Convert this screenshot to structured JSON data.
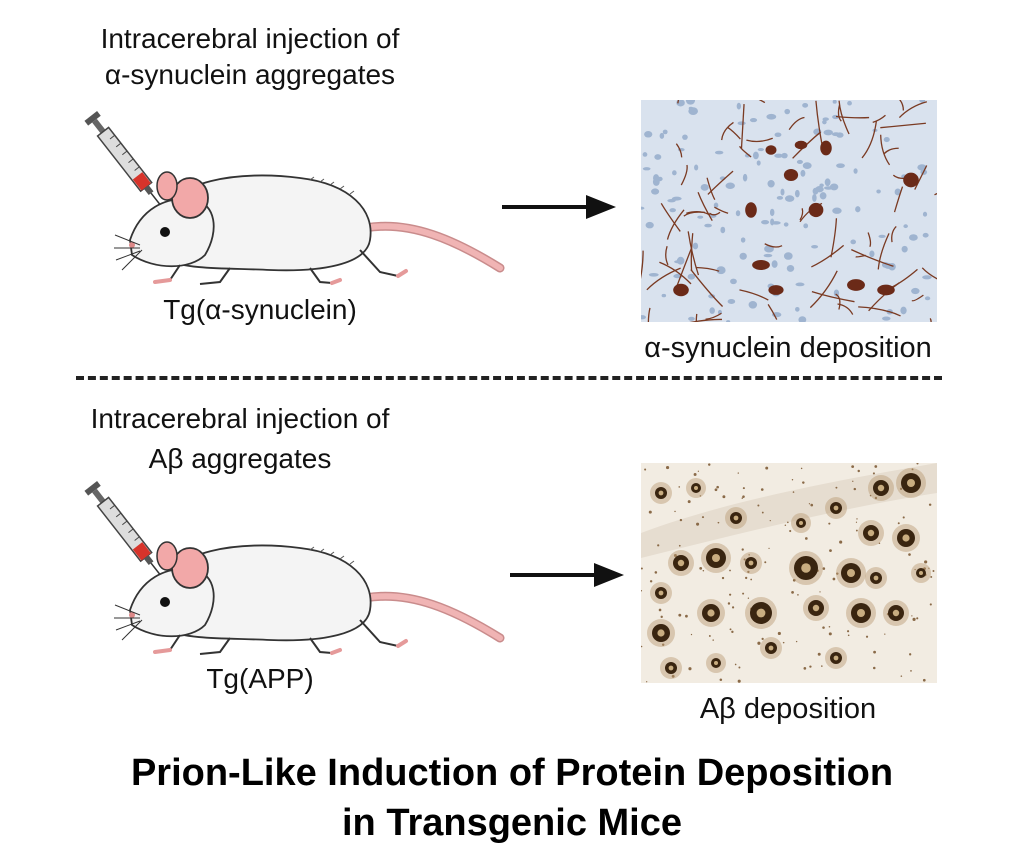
{
  "top": {
    "injection_line1": "Intracerebral injection of",
    "injection_line2": "α-synuclein aggregates",
    "mouse_label": "Tg(α-synuclein)",
    "result_label": "α-synuclein deposition"
  },
  "bottom": {
    "injection_line1": "Intracerebral injection of",
    "injection_line2": "Aβ aggregates",
    "mouse_label": "Tg(APP)",
    "result_label": "Aβ deposition"
  },
  "title": {
    "line1": "Prion-Like Induction of Protein Deposition",
    "line2": "in Transgenic Mice"
  },
  "colors": {
    "mouse_body": "#f4f4f4",
    "mouse_ear": "#f2a8a8",
    "tail": "#f0b4b4",
    "syringe_fill": "#d7342b",
    "synuclein_bg": "#d9e2ee",
    "synuclein_stain": "#6b2a18",
    "abeta_bg": "#f2ece2",
    "abeta_stain": "#3a2510"
  }
}
